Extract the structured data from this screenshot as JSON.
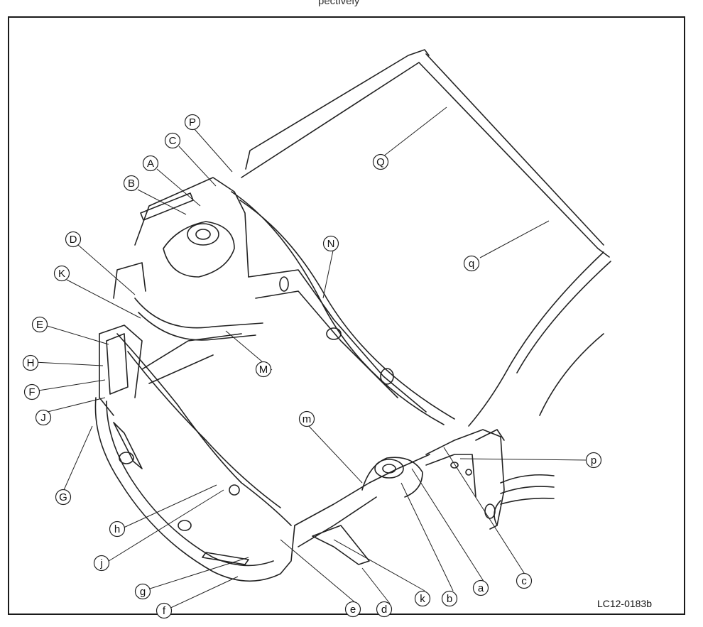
{
  "header_fragment": "pectively",
  "reference_code": "LC12-0183b",
  "callouts": {
    "A": "A",
    "B": "B",
    "C": "C",
    "D": "D",
    "E": "E",
    "F": "F",
    "G": "G",
    "H": "H",
    "J": "J",
    "K": "K",
    "M": "M",
    "N": "N",
    "P": "P",
    "Q": "Q",
    "a": "a",
    "b": "b",
    "c": "c",
    "d": "d",
    "e": "e",
    "f": "f",
    "g": "g",
    "h": "h",
    "j": "j",
    "k": "k",
    "m": "m",
    "p": "p",
    "q": "q"
  }
}
